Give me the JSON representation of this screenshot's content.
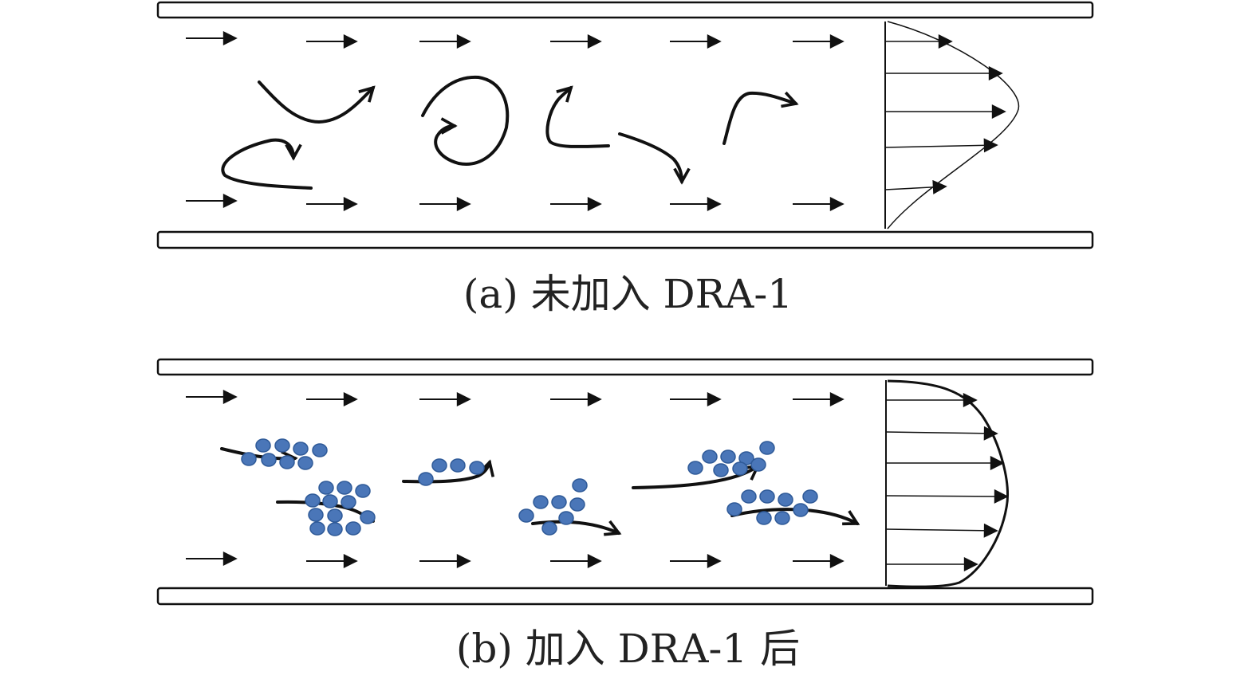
{
  "panels": [
    {
      "id": "a",
      "caption": "(a) 未加入 DRA-1"
    },
    {
      "id": "b",
      "caption": "(b) 加入 DRA-1 后"
    }
  ],
  "colors": {
    "line": "#111111",
    "wall": "#111111",
    "particle": "#4a76b8",
    "particle_edge": "#2f5a98"
  },
  "icons": [
    "arrow-icon",
    "particle-icon"
  ]
}
